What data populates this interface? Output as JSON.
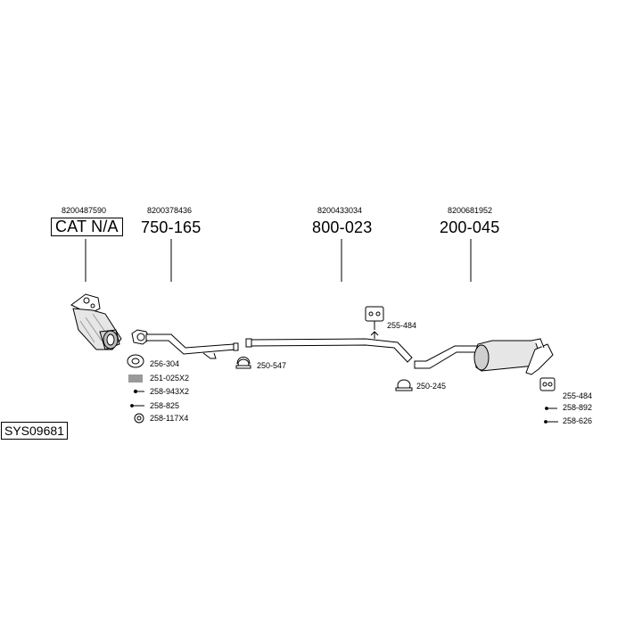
{
  "system_code": "SYS09681",
  "groups": [
    {
      "oem": "8200487590",
      "part": "CAT N/A",
      "boxed": true
    },
    {
      "oem": "8200378436",
      "part": "750-165"
    },
    {
      "oem": "8200433034",
      "part": "800-023"
    },
    {
      "oem": "8200681952",
      "part": "200-045"
    }
  ],
  "accessories": {
    "ring": "256-304",
    "spring": "251-025X2",
    "bolt_a": "258-943X2",
    "bolt_b": "258-825",
    "washer": "258-117X4",
    "clamp_front": "250-547",
    "hanger_mid": "255-484",
    "clamp_rear": "250-245",
    "hanger_rear": "255-484",
    "bolt_rear_a": "258-892",
    "bolt_rear_b": "258-626"
  }
}
